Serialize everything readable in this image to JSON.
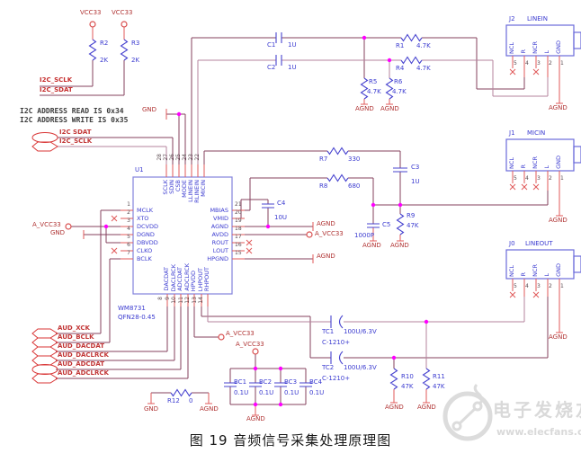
{
  "title": "图 19 音频信号采集处理原理图",
  "watermark": {
    "brand": "电子发烧友",
    "url": "www.elecfans.com"
  },
  "notes": {
    "line1": "I2C ADDRESS READ IS 0x34",
    "line2": "I2C ADDRESS WRITE IS 0x35"
  },
  "ic": {
    "refdes": "U1",
    "part": "WM8731",
    "package": "QFN28-0.45",
    "left_pins": [
      {
        "num": "1",
        "name": "MCLK"
      },
      {
        "num": "2",
        "name": "XTO"
      },
      {
        "num": "3",
        "name": "DCVDD"
      },
      {
        "num": "4",
        "name": "DGND"
      },
      {
        "num": "5",
        "name": "DBVDD"
      },
      {
        "num": "6",
        "name": "CLKO"
      },
      {
        "num": "7",
        "name": "BCLK"
      }
    ],
    "top_pins": [
      {
        "num": "28",
        "name": "SCLK"
      },
      {
        "num": "27",
        "name": "SDIN"
      },
      {
        "num": "26",
        "name": "CSB"
      },
      {
        "num": "25",
        "name": "MODE"
      },
      {
        "num": "24",
        "name": "LLINEIN"
      },
      {
        "num": "23",
        "name": "RLINEIN"
      },
      {
        "num": "22",
        "name": "MICIN"
      }
    ],
    "right_pins": [
      {
        "num": "21",
        "name": "MBIAS"
      },
      {
        "num": "20",
        "name": "VMID"
      },
      {
        "num": "19",
        "name": "AGND"
      },
      {
        "num": "18",
        "name": "AVDD"
      },
      {
        "num": "17",
        "name": "ROUT"
      },
      {
        "num": "16",
        "name": "LOUT"
      },
      {
        "num": "15",
        "name": "HPGND"
      }
    ],
    "bottom_pins": [
      {
        "num": "8",
        "name": "DACDAT"
      },
      {
        "num": "9",
        "name": "DACLRCK"
      },
      {
        "num": "10",
        "name": "ADCDAT"
      },
      {
        "num": "11",
        "name": "ADCLRCK"
      },
      {
        "num": "12",
        "name": "HPVDD"
      },
      {
        "num": "13",
        "name": "LHPOUT"
      },
      {
        "num": "14",
        "name": "RHPOUT"
      }
    ]
  },
  "resistors": {
    "r1": {
      "ref": "R1",
      "value": "4.7K"
    },
    "r2": {
      "ref": "R2",
      "value": "2K"
    },
    "r3": {
      "ref": "R3",
      "value": "2K"
    },
    "r4": {
      "ref": "R4",
      "value": "4.7K"
    },
    "r5": {
      "ref": "R5",
      "value": "4.7K"
    },
    "r6": {
      "ref": "R6",
      "value": "4.7K"
    },
    "r7": {
      "ref": "R7",
      "value": "330"
    },
    "r8": {
      "ref": "R8",
      "value": "680"
    },
    "r9": {
      "ref": "R9",
      "value": "47K"
    },
    "r10": {
      "ref": "R10",
      "value": "47K"
    },
    "r11": {
      "ref": "R11",
      "value": "47K"
    },
    "r12": {
      "ref": "R12",
      "value": "0"
    }
  },
  "capacitors": {
    "c1": {
      "ref": "C1",
      "value": "1U"
    },
    "c2": {
      "ref": "C2",
      "value": "1U"
    },
    "c3": {
      "ref": "C3",
      "value": "1U"
    },
    "c4": {
      "ref": "C4",
      "value": "10U"
    },
    "c5": {
      "ref": "C5",
      "value": "1000P"
    },
    "bc1": {
      "ref": "BC1",
      "value": "0.1U"
    },
    "bc2": {
      "ref": "BC2",
      "value": "0.1U"
    },
    "bc3": {
      "ref": "BC3",
      "value": "0.1U"
    },
    "bc4": {
      "ref": "BC4",
      "value": "0.1U"
    },
    "tc1": {
      "ref": "TC1",
      "value": "100U/6.3V",
      "footprint": "C-1210+"
    },
    "tc2": {
      "ref": "TC2",
      "value": "100U/6.3V",
      "footprint": "C-1210+"
    }
  },
  "connectors": {
    "j2": {
      "ref": "J2",
      "name": "LINEIN"
    },
    "j1": {
      "ref": "J1",
      "name": "MICIN"
    },
    "j0": {
      "ref": "J0",
      "name": "LINEOUT"
    },
    "pin_names": [
      "NCL",
      "R",
      "NCR",
      "L",
      "GND"
    ],
    "pin_numbers": [
      "5",
      "4",
      "3",
      "2",
      "1"
    ]
  },
  "ports": {
    "i2c_sdat": "I2C SDAT",
    "i2c_sclk": "I2C_SCLK",
    "aud": [
      "AUD_XCK",
      "AUD_BCLK",
      "AUD_DACDAT",
      "AUD_DACLRCK",
      "AUD_ADCDAT",
      "AUD_ADCLRCK"
    ]
  },
  "nets": {
    "vcc33": "VCC33",
    "a_vcc33": "A_VCC33",
    "gnd": "GND",
    "agnd": "AGND",
    "i2c_sclk": "I2C_SCLK",
    "i2c_sdat": "I2C_SDAT"
  },
  "colors": {
    "wire": "#84405e",
    "wire_light": "#b4839d",
    "pin": "#e05a5a",
    "symbol": "#4743cf",
    "label_blue": "#3b3bd0",
    "label_red": "#b03434",
    "junction": "#ff00ff",
    "chip_border": "#8282dc",
    "jack_border": "#6a6ada"
  }
}
